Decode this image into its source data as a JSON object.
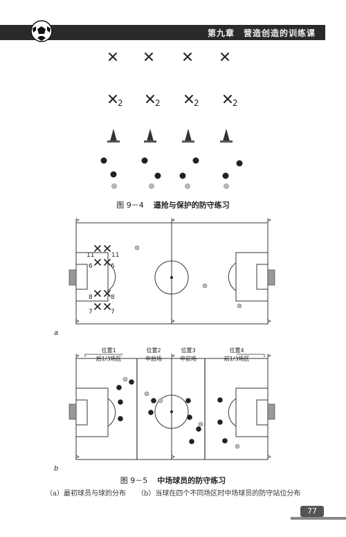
{
  "header": {
    "chapter_title": "第九章　营造创造的训练课"
  },
  "figure_9_4": {
    "number": "图 9－4",
    "title": "逼抢与保护的防守练习",
    "defender2_label": "2"
  },
  "figure_9_5": {
    "number": "图 9－5",
    "title": "中场球员的防守练习",
    "panel_a_label": "a",
    "panel_b_label": "b",
    "player_labels": {
      "n11": "11",
      "n6": "6",
      "n8": "8",
      "n7": "7"
    },
    "positions": [
      {
        "line1": "位置1",
        "line2": "后1/3场区"
      },
      {
        "line1": "位置2",
        "line2": "中后场"
      },
      {
        "line1": "位置3",
        "line2": "中前场"
      },
      {
        "line1": "位置4",
        "line2": "前1/3场区"
      }
    ]
  },
  "subcaption": {
    "a": "（a）最初球员与球的分布",
    "b": "（b）当球在四个不同场区时中场球员的防守站位分布"
  },
  "page_number": "77",
  "colors": {
    "header_bar": "#2a2a2a",
    "line": "#333333",
    "player_fill": "#222222",
    "ball_fill": "#bbbbbb"
  }
}
